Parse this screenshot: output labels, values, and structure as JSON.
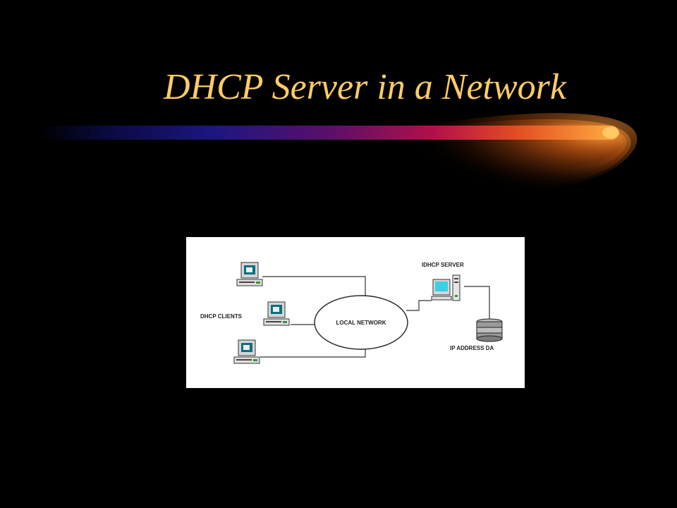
{
  "slide": {
    "title": "DHCP Server in a Network",
    "title_color": "#ffcc66",
    "background": "#000000"
  },
  "diagram": {
    "clients_label": "DHCP CLIENTS",
    "network_label": "LOCAL NETWORK",
    "server_label": "IDHCP SERVER",
    "database_label": "IP ADDRESS DA",
    "nodes": [
      {
        "id": "client-1",
        "icon": "desktop-computer-icon"
      },
      {
        "id": "client-2",
        "icon": "desktop-computer-icon"
      },
      {
        "id": "client-3",
        "icon": "desktop-computer-icon"
      },
      {
        "id": "dhcp-server",
        "icon": "tower-server-icon"
      },
      {
        "id": "ip-address-database",
        "icon": "database-stack-icon"
      }
    ],
    "connections": [
      [
        "client-1",
        "local-network"
      ],
      [
        "client-2",
        "local-network"
      ],
      [
        "client-3",
        "local-network"
      ],
      [
        "local-network",
        "dhcp-server"
      ],
      [
        "dhcp-server",
        "ip-address-database"
      ]
    ]
  }
}
